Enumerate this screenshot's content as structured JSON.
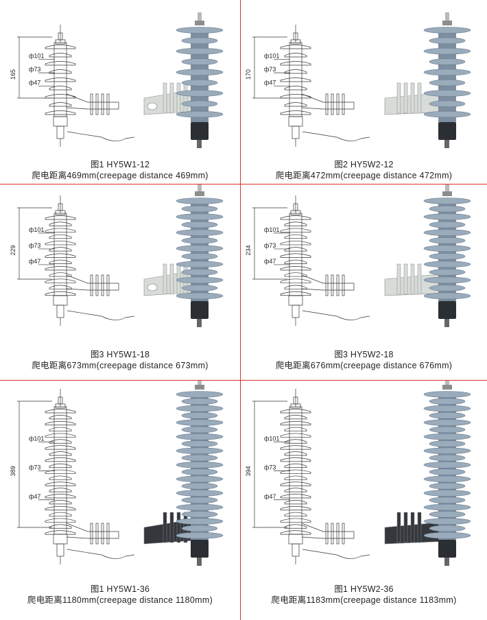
{
  "panels": [
    {
      "figure": "图1 HY5W1-12",
      "creepage": "爬电距离469mm(creepage distance 469mm)",
      "height": "165",
      "d1": "ф101",
      "d2": "ф73",
      "d3": "ф47",
      "sheds": 9,
      "style": "w1",
      "small": true
    },
    {
      "figure": "图2 HY5W2-12",
      "creepage": "爬电距离472mm(creepage distance 472mm)",
      "height": "170",
      "d1": "ф101",
      "d2": "ф73",
      "d3": "ф47",
      "sheds": 9,
      "style": "w2",
      "small": true
    },
    {
      "figure": "图3 HY5W1-18",
      "creepage": "爬电距离673mm(creepage distance 673mm)",
      "height": "229",
      "d1": "ф101",
      "d2": "ф73",
      "d3": "ф47",
      "sheds": 13,
      "style": "w1",
      "small": false
    },
    {
      "figure": "图3 HY5W2-18",
      "creepage": "爬电距离676mm(creepage distance 676mm)",
      "height": "234",
      "d1": "ф101",
      "d2": "ф73",
      "d3": "ф47",
      "sheds": 13,
      "style": "w2",
      "small": false
    },
    {
      "figure": "图1 HY5W1-36",
      "creepage": "爬电距离1180mm(creepage distance 1180mm)",
      "height": "389",
      "d1": "ф101",
      "d2": "ф73",
      "d3": "ф47",
      "sheds": 21,
      "style": "w1",
      "small": false
    },
    {
      "figure": "图1 HY5W2-36",
      "creepage": "爬电距离1183mm(creepage distance 1183mm)",
      "height": "394",
      "d1": "ф101",
      "d2": "ф73",
      "d3": "ф47",
      "sheds": 21,
      "style": "w2",
      "small": false
    }
  ],
  "colors": {
    "divider": "#d9302a",
    "shed": "#7d8ea0",
    "shed_light": "#9aabbb",
    "bracket": "#d7dcd8",
    "base": "#2b2e33",
    "dark_bracket": "#34383d"
  }
}
